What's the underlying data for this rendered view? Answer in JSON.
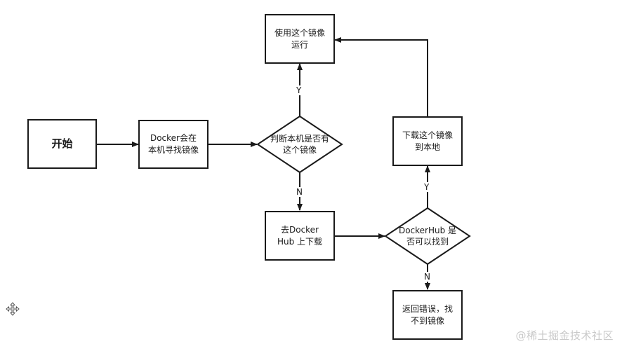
{
  "nodes": {
    "start": "开始",
    "search_local": "Docker会在\n本机寻找镜像",
    "decision_local": "判断本机是否有\n这个镜像",
    "run_image": "使用这个镜像\n运行",
    "dockerhub_download": "去Docker\nHub 上下载",
    "decision_hub": "DockerHub 是\n否可以找到",
    "download_local": "下载这个镜像\n到本地",
    "error": "返回错误，找\n不到镜像"
  },
  "edges": {
    "local_yes": "Y",
    "local_no": "N",
    "hub_yes": "Y",
    "hub_no": "N"
  },
  "watermark": "@稀土掘金技术社区",
  "icons": {
    "move": "move-arrows-icon"
  },
  "colors": {
    "stroke": "#1a1a1a",
    "watermark": "#c9c9c9"
  }
}
